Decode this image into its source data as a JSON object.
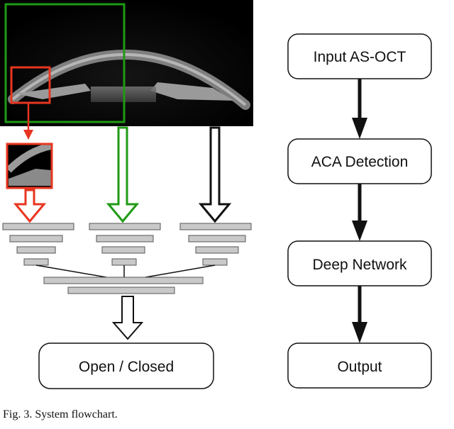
{
  "left_panel": {
    "result_label": "Open / Closed"
  },
  "right_flow": {
    "steps": [
      "Input AS-OCT",
      "ACA Detection",
      "Deep Network",
      "Output"
    ]
  },
  "caption": "Fig. 3.   System flowchart.",
  "colors": {
    "red": "#e8351f",
    "green": "#1f9a14",
    "bar": "#c9c9c9",
    "black": "#111111"
  }
}
